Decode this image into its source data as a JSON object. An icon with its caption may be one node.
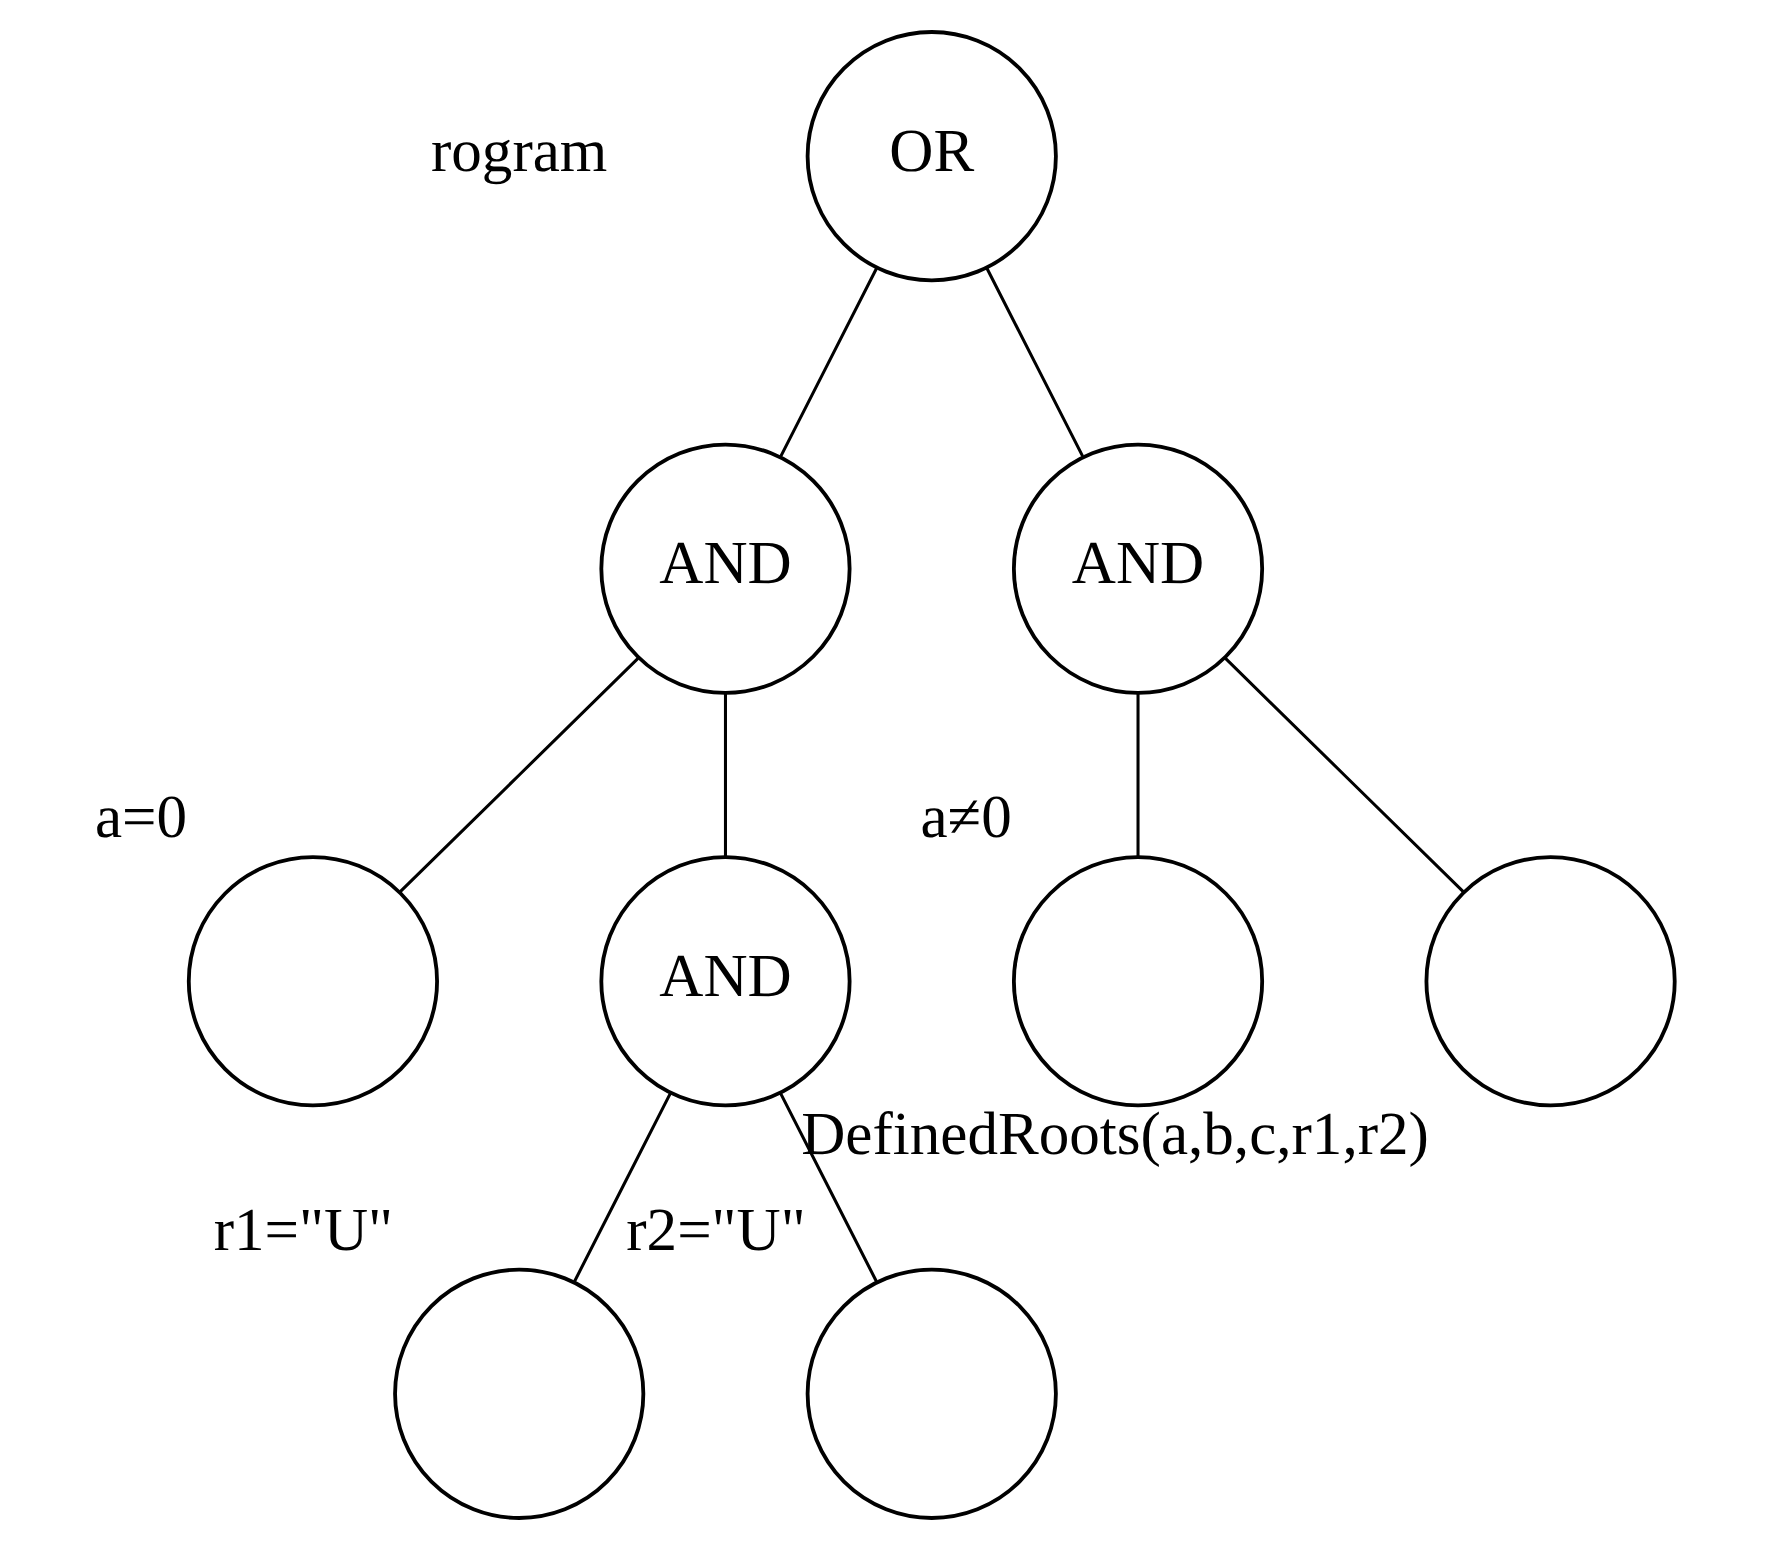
{
  "diagram": {
    "nodes": [
      {
        "text": [
          "OR"
        ]
      },
      {
        "text": [
          "AND"
        ]
      },
      {
        "text": [
          "AND"
        ]
      },
      {
        "text": [],
        "shape": "circle",
        "beside": [
          "a=0"
        ]
      },
      {
        "text": [
          "AND"
        ]
      },
      {
        "text": [],
        "shape": "circle",
        "beside": [
          "a≠0"
        ]
      },
      {
        "text": [],
        "shape": "circle",
        "beside": [
          "DefinedRoots(a,b,c,r1,r2)"
        ]
      },
      {
        "text": [],
        "shape": "circle",
        "beside": [
          "r1=\"U\""
        ]
      },
      {
        "text": [],
        "shape": "circle",
        "beside": [
          "r2=\"U\""
        ]
      }
    ],
    "edges": [
      {
        "from": 0,
        "to": 1,
        "arrow": "none"
      },
      {
        "from": 0,
        "to": 2,
        "arrow": "none"
      },
      {
        "from": 1,
        "to": 3,
        "arrow": "none"
      },
      {
        "from": 1,
        "to": 4,
        "arrow": "none"
      },
      {
        "from": 2,
        "to": 5,
        "arrow": "none"
      },
      {
        "from": 2,
        "to": 6,
        "arrow": "none"
      },
      {
        "from": 4,
        "to": 7,
        "arrow": "none"
      },
      {
        "from": 4,
        "to": 8,
        "arrow": "none"
      }
    ],
    "labels": [
      "rogram"
    ]
  }
}
